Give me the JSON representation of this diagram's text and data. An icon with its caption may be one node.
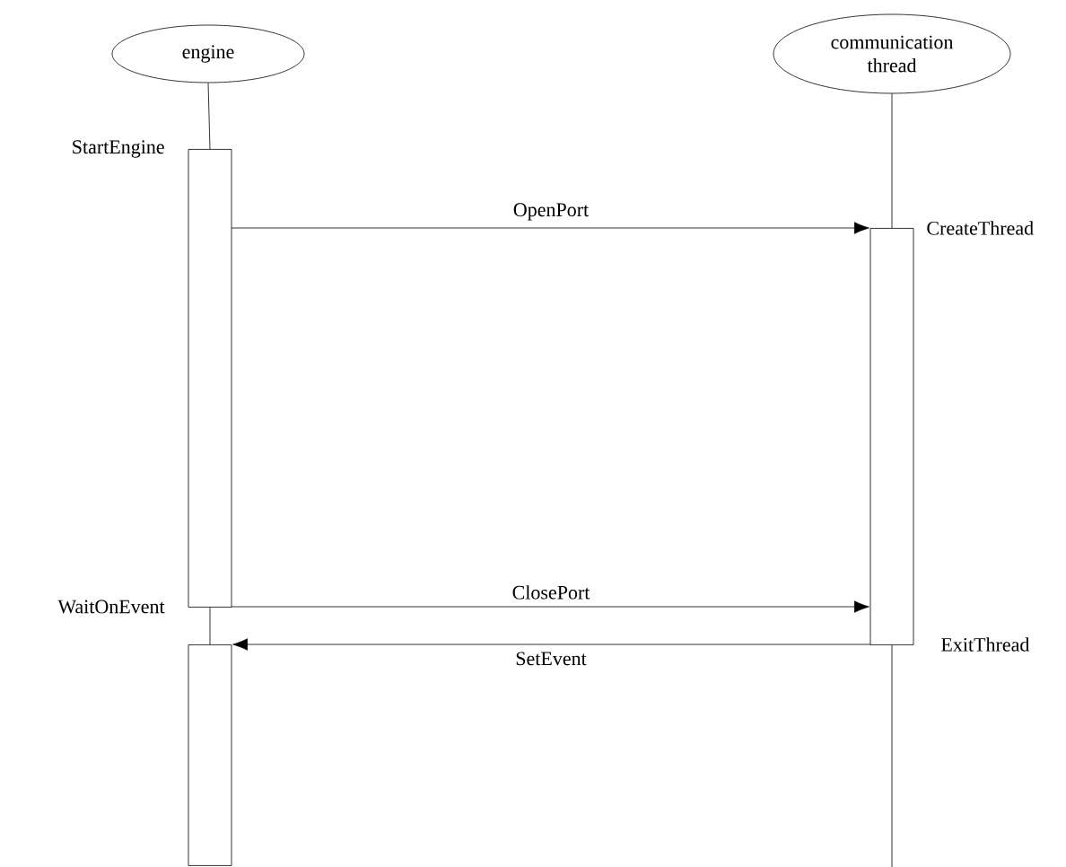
{
  "diagram": {
    "nodes": [
      {
        "text": [
          "engine"
        ]
      },
      {
        "text": [
          "communication thread"
        ]
      },
      {
        "text": [],
        "shape": "bar",
        "beside": [
          "StartEngine",
          "WaitOnEvent"
        ]
      },
      {
        "text": [],
        "shape": "bar",
        "beside": [
          "CreateThread",
          "ExitThread"
        ]
      },
      {
        "text": [],
        "shape": "bar"
      }
    ],
    "edges": [
      {
        "from": 0,
        "to": 2,
        "arrow": "none"
      },
      {
        "from": 2,
        "to": 4,
        "arrow": "none"
      },
      {
        "from": 1,
        "to": 3,
        "arrow": "none"
      },
      {
        "from": 3,
        "to": null,
        "arrow": "none"
      },
      {
        "from": 2,
        "to": 3,
        "label": "OpenPort",
        "arrow": "to"
      },
      {
        "from": 2,
        "to": 3,
        "label": "ClosePort",
        "arrow": "to"
      },
      {
        "from": 3,
        "to": 4,
        "label": "SetEvent",
        "arrow": "to"
      }
    ]
  }
}
